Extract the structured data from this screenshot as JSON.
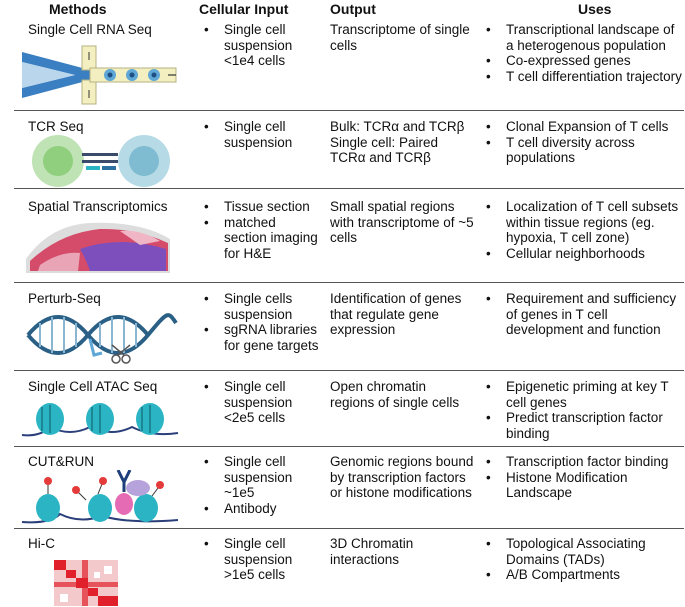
{
  "headers": {
    "methods": "Methods",
    "cellular_input": "Cellular Input",
    "output": "Output",
    "uses": "Uses"
  },
  "rows": [
    {
      "method": "Single Cell RNA Seq",
      "icon": "microfluidics-droplet-icon",
      "input": [
        "Single cell suspension <1e4 cells"
      ],
      "output": "Transcriptome of single cells",
      "uses": [
        "Transcriptional landscape of a heterogenous population",
        "Co-expressed genes",
        "T cell differentiation trajectory"
      ]
    },
    {
      "method": "TCR Seq",
      "icon": "t-cell-receptor-icon",
      "input": [
        "Single cell suspension"
      ],
      "output": "Bulk: TCRα and TCRβ Single cell: Paired TCRα and TCRβ",
      "uses": [
        "Clonal Expansion of T cells",
        "T cell diversity across populations"
      ]
    },
    {
      "method": "Spatial Transcriptomics",
      "icon": "spatial-spot-array-icon",
      "input": [
        "Tissue section",
        "matched section imaging for H&E"
      ],
      "output": "Small spatial regions with transcriptome of ~5 cells",
      "uses": [
        "Localization of T cell subsets within tissue regions  (eg. hypoxia, T cell zone)",
        "Cellular neighborhoods"
      ]
    },
    {
      "method": "Perturb-Seq",
      "icon": "dna-scissors-icon",
      "input": [
        "Single cells suspension",
        "sgRNA libraries for gene targets"
      ],
      "output": "Identification of genes that regulate gene expression",
      "uses": [
        "Requirement and sufficiency of genes in T cell development and function"
      ]
    },
    {
      "method": "Single Cell ATAC Seq",
      "icon": "nucleosome-icon",
      "input": [
        "Single cell suspension <2e5 cells"
      ],
      "output": "Open chromatin regions of single cells",
      "uses": [
        "Epigenetic priming at key T cell genes",
        "Predict transcription factor binding"
      ]
    },
    {
      "method": "CUT&RUN",
      "icon": "antibody-nucleosome-icon",
      "input": [
        "Single cell suspension ~1e5",
        "Antibody"
      ],
      "output": "Genomic regions bound by transcription factors or histone modifications",
      "uses": [
        "Transcription factor binding",
        "Histone Modification Landscape"
      ]
    },
    {
      "method": "Hi-C",
      "icon": "contact-matrix-icon",
      "input": [
        "Single cell suspension >1e5 cells"
      ],
      "output": "3D Chromatin interactions",
      "uses": [
        "Topological Associating Domains (TADs)",
        "A/B Compartments"
      ]
    }
  ],
  "colors": {
    "nucleosome": "#2bb5c4",
    "rule": "#555555",
    "matrix_red": "#e0212b",
    "matrix_pink": "#f4c9cc"
  }
}
